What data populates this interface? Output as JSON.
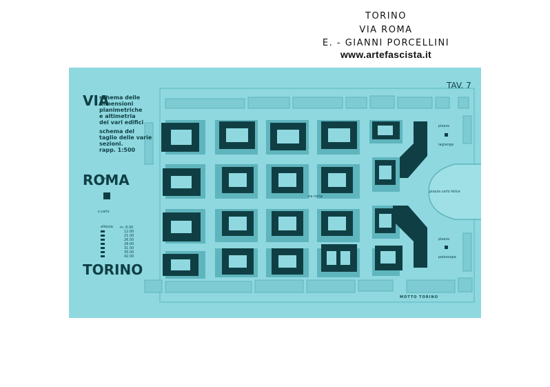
{
  "header": {
    "line1": "TORINO",
    "line2": "VIA ROMA",
    "line3": "E. - GIANNI PORCELLINI",
    "website": "www.artefascista.it"
  },
  "plate": {
    "tav": "TAV. 7",
    "vertical_title": [
      "VIA",
      "ROMA",
      "TORINO"
    ],
    "description": [
      "schema delle",
      "dimensioni",
      "planimetriche",
      "e altimetria",
      "dei vari edifici",
      "schema del",
      "taglio delle varie",
      "sezioni.",
      "rapp.  1:500"
    ],
    "piazza_label": "piazza",
    "scarlo_label": "s.carlo",
    "legend": {
      "title": "altezza",
      "values": [
        "m. 8.00",
        "12.00",
        "21.00",
        "26.50",
        "28.00",
        "31.50",
        "35.00",
        "42.00"
      ]
    },
    "labels": {
      "via_roma": "via roma",
      "piazza_lagrange_1": "piazza",
      "piazza_lagrange_2": "lagrange",
      "piazza_carlo_felice": "piazza   carlo felice",
      "piazza_paleocapa_1": "piazza",
      "piazza_paleocapa_2": "paleocapa",
      "motto": "MOTTO  TORINO"
    }
  },
  "colors": {
    "background": "#8fd8e0",
    "dark": "#0f3f44",
    "shadow": "#5fb5bd",
    "street_block": "#9fe0e6",
    "ink": "#12474c"
  }
}
